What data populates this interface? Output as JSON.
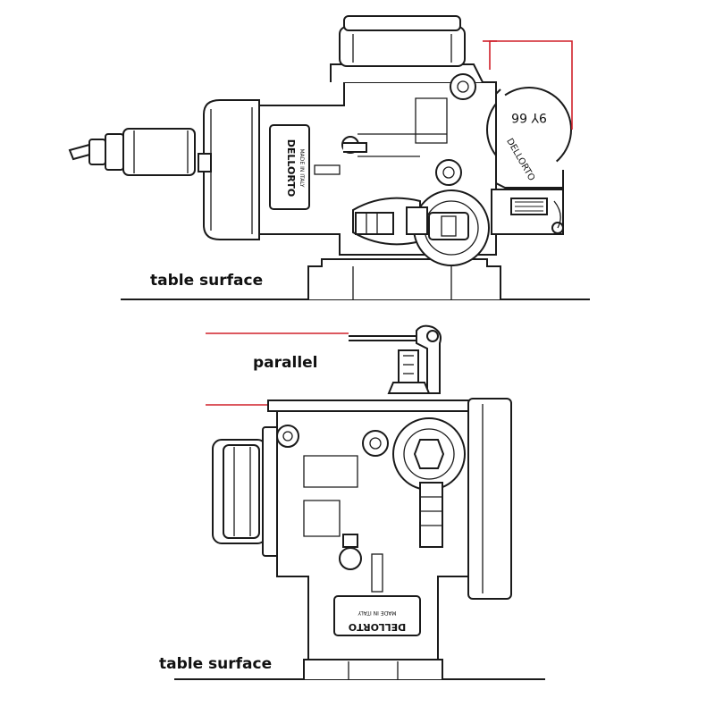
{
  "figure": {
    "top_view": {
      "surface_label": "table surface",
      "brand_badge": "DELLORTO",
      "badge_sub": "MADE IN ITALY",
      "cap_marking": "9Y 66"
    },
    "bottom_view": {
      "surface_label": "table surface",
      "parallel_label": "parallel",
      "brand_badge": "DELLORTO",
      "badge_sub": "MADE IN ITALY"
    },
    "colors": {
      "line": "#1a1a1a",
      "guide": "#d0202a",
      "background": "#ffffff"
    }
  }
}
